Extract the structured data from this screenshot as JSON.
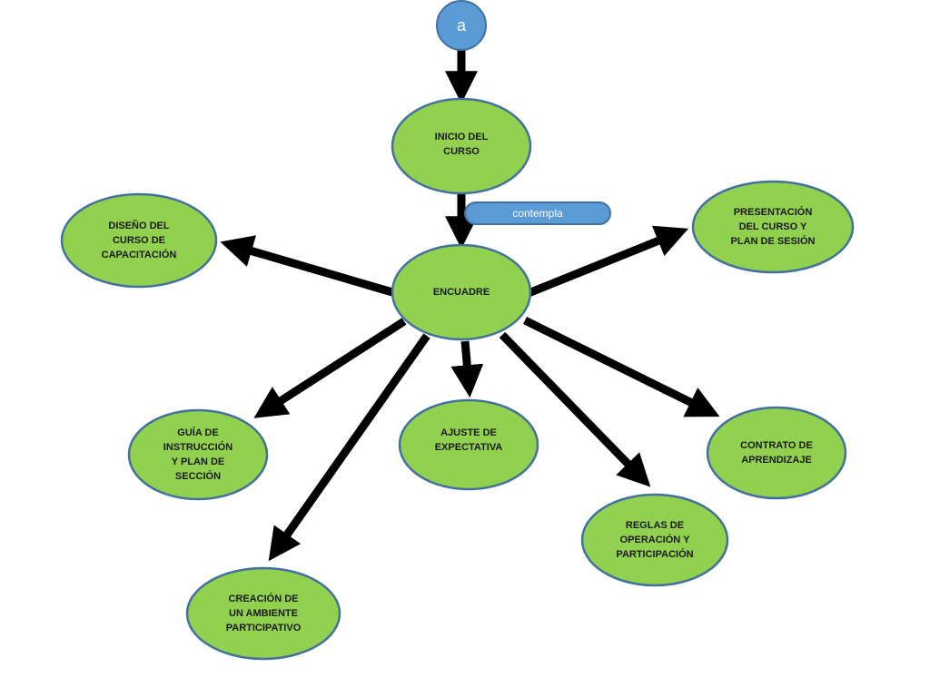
{
  "colors": {
    "node_fill": "#92d050",
    "node_stroke": "#41719c",
    "start_fill": "#5b9bd5",
    "arrow": "#000000"
  },
  "start": {
    "label": "a"
  },
  "connector_label": "contempla",
  "nodes": {
    "inicio": "INICIO DEL\nCURSO",
    "encuadre": "ENCUADRE",
    "diseno": "DISEÑO DEL\nCURSO DE\nCAPACITACIÓN",
    "presentacion": "PRESENTACIÓN\nDEL CURSO Y\nPLAN DE SESIÓN",
    "guia": "GUÍA DE\nINSTRUCCIÓN\nY PLAN DE\nSECCIÓN",
    "ajuste": "AJUSTE DE\nEXPECTATIVA",
    "contrato": "CONTRATO DE\nAPRENDIZAJE",
    "reglas": "REGLAS DE\nOPERACIÓN Y\nPARTICIPACIÓN",
    "creacion": "CREACIÓN DE\nUN AMBIENTE\nPARTICIPATIVO"
  }
}
